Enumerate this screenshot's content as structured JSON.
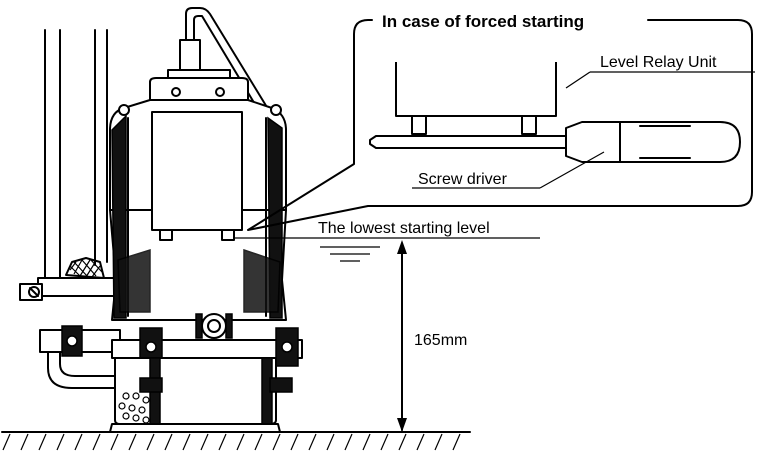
{
  "callout": {
    "title": "In case of forced starting"
  },
  "labels": {
    "level_relay_unit": "Level Relay Unit",
    "screw_driver": "Screw driver",
    "lowest_starting_level": "The lowest starting level",
    "height": "165mm"
  },
  "colors": {
    "ink": "#000000",
    "background": "#ffffff"
  }
}
